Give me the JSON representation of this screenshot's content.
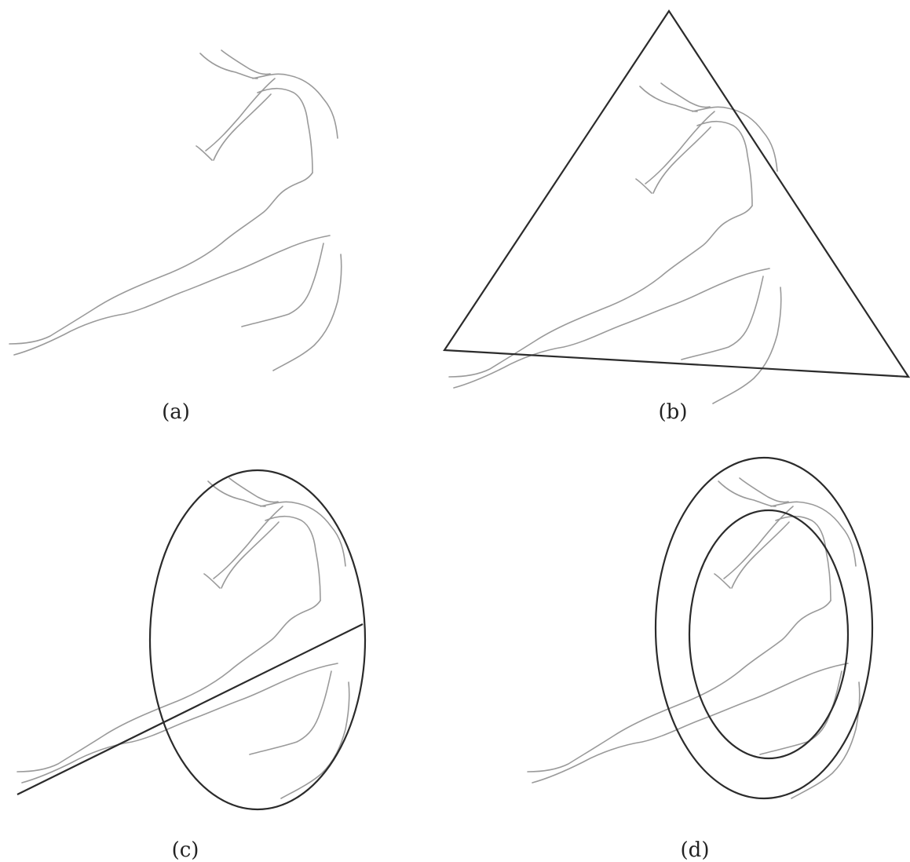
{
  "panels": [
    {
      "id": "a",
      "caption": "(a)",
      "overlay": "none"
    },
    {
      "id": "b",
      "caption": "(b)",
      "overlay": "triangle"
    },
    {
      "id": "c",
      "caption": "(c)",
      "overlay": "ellipse-with-line"
    },
    {
      "id": "d",
      "caption": "(d)",
      "overlay": "concentric-ellipses"
    }
  ],
  "colors": {
    "vessel": "#9a9a9a",
    "shape": "#2b2b2b",
    "background": "#ffffff"
  }
}
